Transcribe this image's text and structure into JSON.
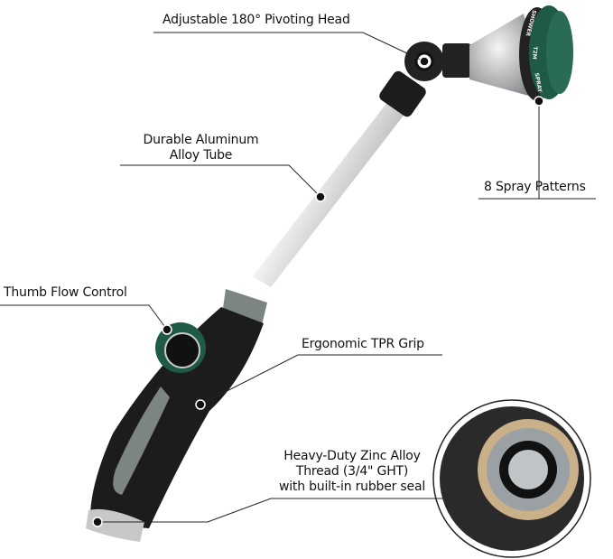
{
  "labels": {
    "pivot_head": "Adjustable 180° Pivoting Head",
    "tube_line1": "Durable Aluminum",
    "tube_line2": "Alloy Tube",
    "spray": "8 Spray Patterns",
    "thumb": "Thumb Flow Control",
    "grip": "Ergonomic TPR Grip",
    "thread_line1": "Heavy-Duty Zinc Alloy",
    "thread_line2": "Thread (3/4\" GHT)",
    "thread_line3": "with built-in rubber seal"
  },
  "head_markings": [
    "SHOWER",
    "T2M",
    "SPRAY"
  ],
  "colors": {
    "accent_green": "#1f5a45",
    "grip_black": "#1c1c1c",
    "grip_gray": "#7d8580",
    "metal": "#b9bcbf"
  }
}
